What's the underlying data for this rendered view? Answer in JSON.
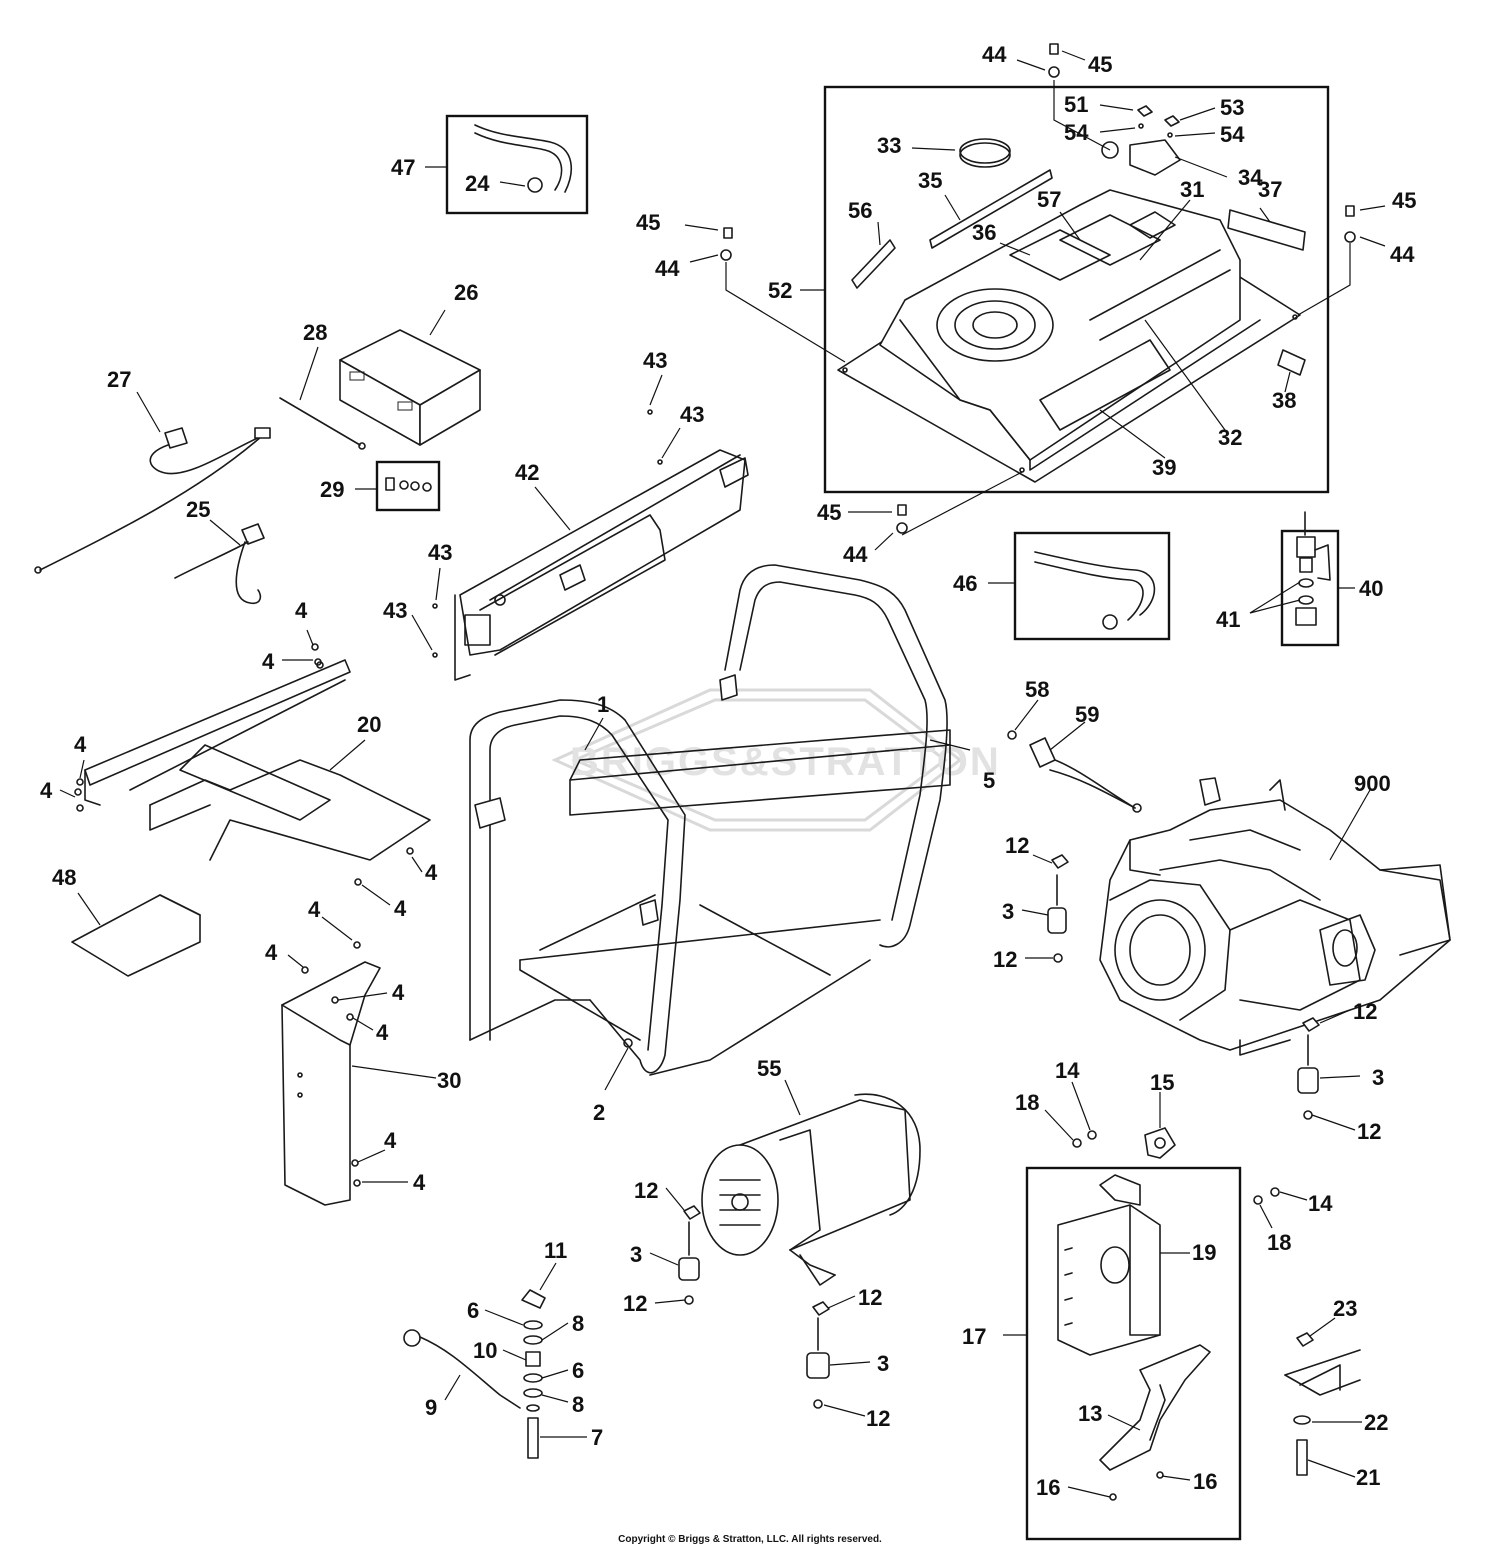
{
  "copyright": "Copyright © Briggs & Stratton, LLC. All rights reserved.",
  "watermark": "BRIGGS&STRATTON",
  "callouts": {
    "c44a": "44",
    "c45a": "45",
    "c51": "51",
    "c53": "53",
    "c54a": "54",
    "c54b": "54",
    "c33": "33",
    "c34": "34",
    "c35": "35",
    "c37": "37",
    "c56": "56",
    "c57": "57",
    "c31": "31",
    "c36": "36",
    "c45b": "45",
    "c44b": "44",
    "c45c": "45",
    "c44c": "44",
    "c52": "52",
    "c32": "32",
    "c38": "38",
    "c39": "39",
    "c45d": "45",
    "c44d": "44",
    "c47": "47",
    "c24": "24",
    "c26": "26",
    "c28": "28",
    "c27": "27",
    "c29": "29",
    "c25": "25",
    "c43a": "43",
    "c43b": "43",
    "c42": "42",
    "c43c": "43",
    "c43d": "43",
    "c46": "46",
    "c40": "40",
    "c41": "41",
    "c4a": "4",
    "c4b": "4",
    "c4c": "4",
    "c4d": "4",
    "c20": "20",
    "c4e": "4",
    "c4f": "4",
    "c48": "48",
    "c4g": "4",
    "c4h": "4",
    "c4i": "4",
    "c4j": "4",
    "c30": "30",
    "c4k": "4",
    "c4l": "4",
    "c1": "1",
    "c5": "5",
    "c2": "2",
    "c58": "58",
    "c59": "59",
    "c900": "900",
    "c12a": "12",
    "c3a": "3",
    "c12b": "12",
    "c12c": "12",
    "c3b": "3",
    "c12d": "12",
    "c14a": "14",
    "c18a": "18",
    "c15": "15",
    "c55": "55",
    "c12e": "12",
    "c3c": "3",
    "c12f": "12",
    "c11": "11",
    "c6a": "6",
    "c8a": "8",
    "c10": "10",
    "c6b": "6",
    "c9": "9",
    "c8b": "8",
    "c7": "7",
    "c12g": "12",
    "c3d": "3",
    "c12h": "12",
    "c17": "17",
    "c19": "19",
    "c13": "13",
    "c16a": "16",
    "c16b": "16",
    "c14b": "14",
    "c18b": "18",
    "c23": "23",
    "c22": "22",
    "c21": "21"
  }
}
